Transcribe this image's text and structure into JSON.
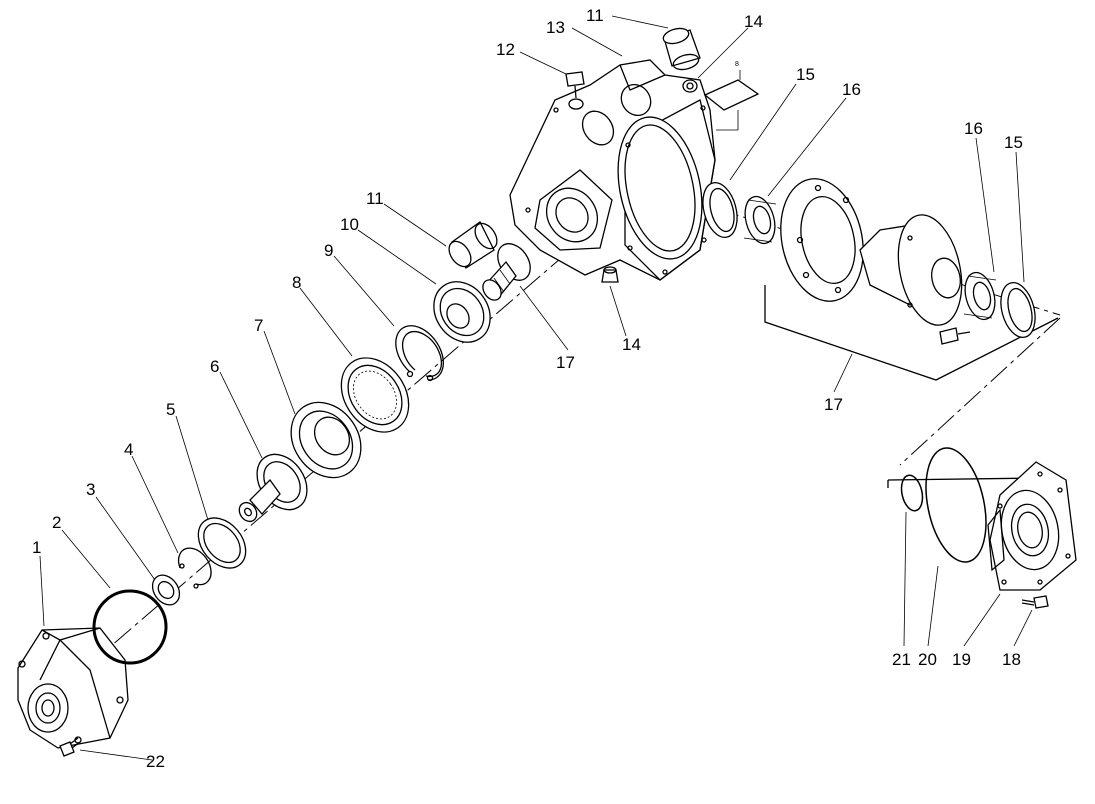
{
  "diagram": {
    "header_fragment": "",
    "callouts": [
      {
        "id": "c1",
        "text": "1"
      },
      {
        "id": "c2",
        "text": "2"
      },
      {
        "id": "c3",
        "text": "3"
      },
      {
        "id": "c4",
        "text": "4"
      },
      {
        "id": "c5",
        "text": "5"
      },
      {
        "id": "c6",
        "text": "6"
      },
      {
        "id": "c7",
        "text": "7"
      },
      {
        "id": "c8",
        "text": "8"
      },
      {
        "id": "c9",
        "text": "9"
      },
      {
        "id": "c10",
        "text": "10"
      },
      {
        "id": "c11a",
        "text": "11"
      },
      {
        "id": "c11b",
        "text": "11"
      },
      {
        "id": "c12",
        "text": "12"
      },
      {
        "id": "c13",
        "text": "13"
      },
      {
        "id": "c14a",
        "text": "14"
      },
      {
        "id": "c14b",
        "text": "14"
      },
      {
        "id": "c15a",
        "text": "15"
      },
      {
        "id": "c15b",
        "text": "15"
      },
      {
        "id": "c16a",
        "text": "16"
      },
      {
        "id": "c16b",
        "text": "16"
      },
      {
        "id": "c17a",
        "text": "17"
      },
      {
        "id": "c17b",
        "text": "17"
      },
      {
        "id": "c18",
        "text": "18"
      },
      {
        "id": "c19",
        "text": "19"
      },
      {
        "id": "c20",
        "text": "20"
      },
      {
        "id": "c21",
        "text": "21"
      },
      {
        "id": "c22",
        "text": "22"
      }
    ],
    "plate_mark": "8"
  }
}
